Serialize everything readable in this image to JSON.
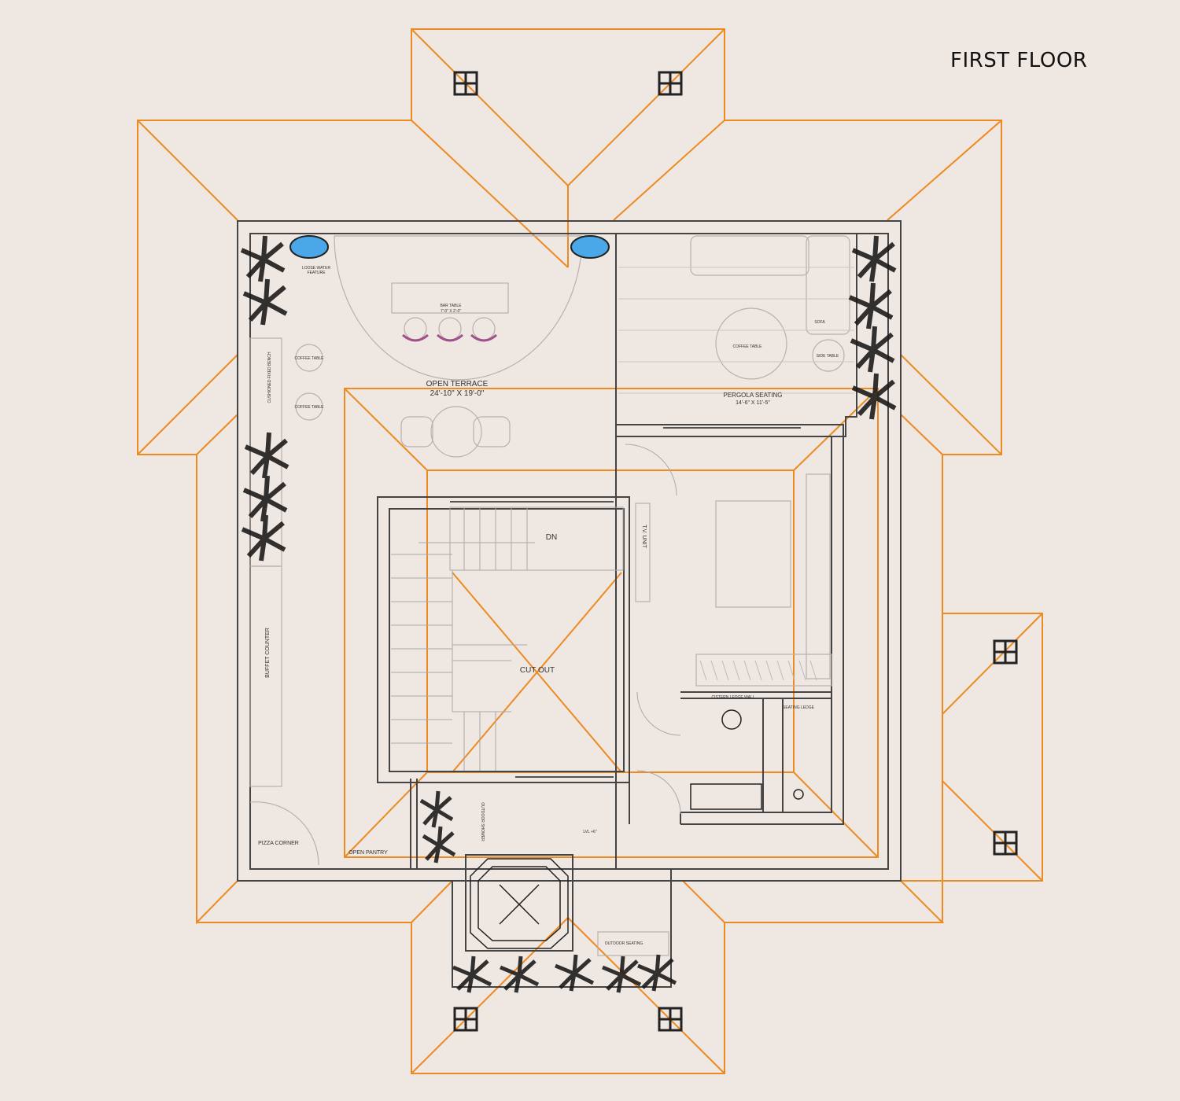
{
  "title": "FIRST FLOOR",
  "colors": {
    "background": "#efe7e1",
    "roof_lines": "#ee8a22",
    "walls": "#444444",
    "water": "#4aa8e8",
    "stools": "#a0508c"
  },
  "labels": {
    "open_terrace": "OPEN TERRACE",
    "open_terrace_size": "24'-10\" X 19'-0\"",
    "pergola": "PERGOLA SEATING",
    "pergola_size": "14'-6\" X 11'-5\"",
    "loose_water": "LOOSE WATER",
    "feature": "FEATURE",
    "bar_table": "BAR TABLE",
    "bar_table_size": "7'-0\" X 2'-0\"",
    "coffee_table_1": "COFFEE TABLE",
    "coffee_table_2": "COFFEE TABLE",
    "coffee_table_3": "COFFEE TABLE",
    "sofa": "SOFA",
    "side_table": "SIDE TABLE",
    "cushioned_bench": "CUSHIONED FIXED BENCH",
    "buffet": "BUFFET COUNTER",
    "pizza": "PIZZA CORNER",
    "open_pantry": "OPEN PANTRY",
    "outdoor_shower": "OUTDOOR SHOWER",
    "lvl": "LVL +6\"",
    "tv_unit": "T.V. UNIT",
    "dn": "DN",
    "cut_out": "CUT OUT",
    "cistern": "CISTERN LEDGE WALL",
    "seating_ledge": "SEATING LEDGE",
    "outdoor_seating": "OUTDOOR SEATING"
  }
}
